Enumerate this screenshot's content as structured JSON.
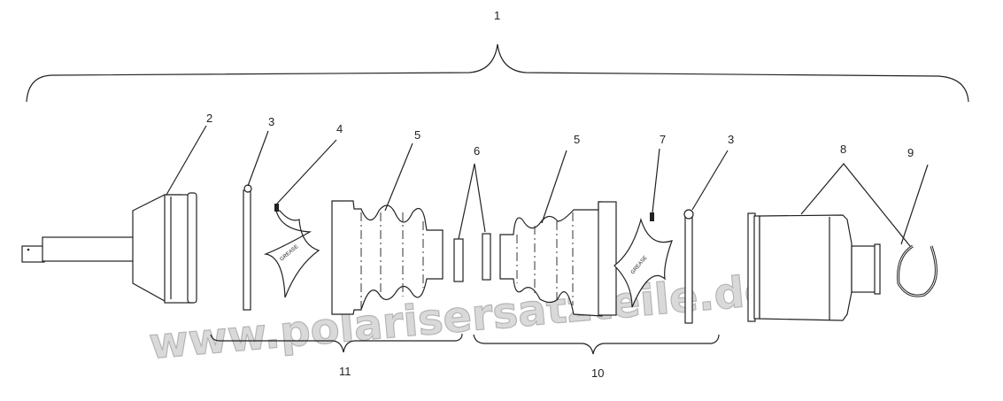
{
  "diagram": {
    "callouts": {
      "c1": "1",
      "c2": "2",
      "c3a": "3",
      "c4": "4",
      "c5a": "5",
      "c6": "6",
      "c5b": "5",
      "c7": "7",
      "c3b": "3",
      "c8": "8",
      "c9": "9",
      "c10": "10",
      "c11": "11"
    },
    "grease_label": "GREASE",
    "watermark": "www.polarisersatzteile.de"
  }
}
